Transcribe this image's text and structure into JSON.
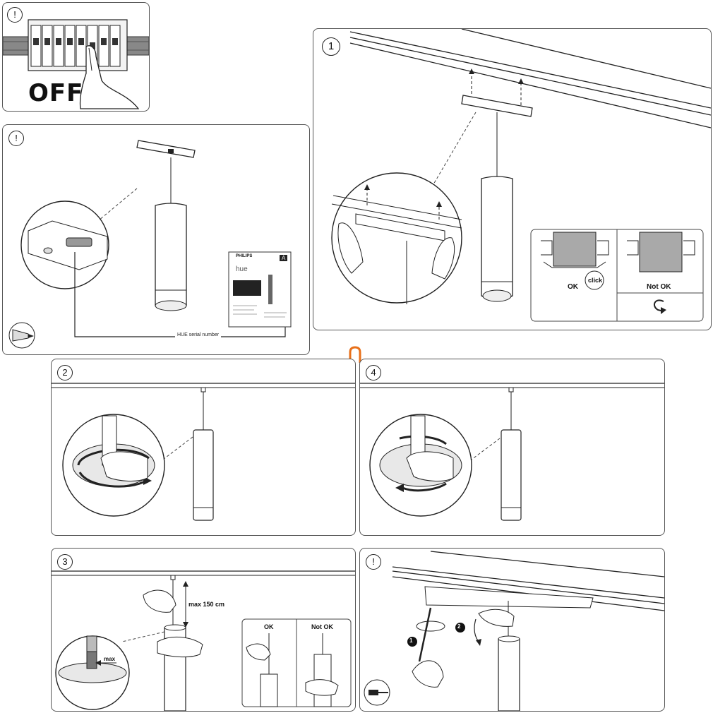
{
  "panels": {
    "power_off": {
      "badge": "!",
      "label": "OFF"
    },
    "serial": {
      "badge": "!",
      "serial_label": "HUE serial number",
      "box_brand": "PHILIPS",
      "box_product": "hue",
      "box_badge": "A"
    },
    "step1": {
      "badge": "1",
      "ok": "OK",
      "click": "click",
      "not_ok": "Not OK"
    },
    "step2": {
      "badge": "2"
    },
    "step4": {
      "badge": "4"
    },
    "step3": {
      "badge": "3",
      "max_length": "max 150 cm",
      "max": "max",
      "ok": "OK",
      "not_ok": "Not OK"
    },
    "removal": {
      "badge": "!",
      "step_one": "1",
      "step_two": "2"
    }
  },
  "colors": {
    "line": "#222222",
    "grey_fill": "#a9a9a9",
    "accent_orange": "#e8701a"
  }
}
